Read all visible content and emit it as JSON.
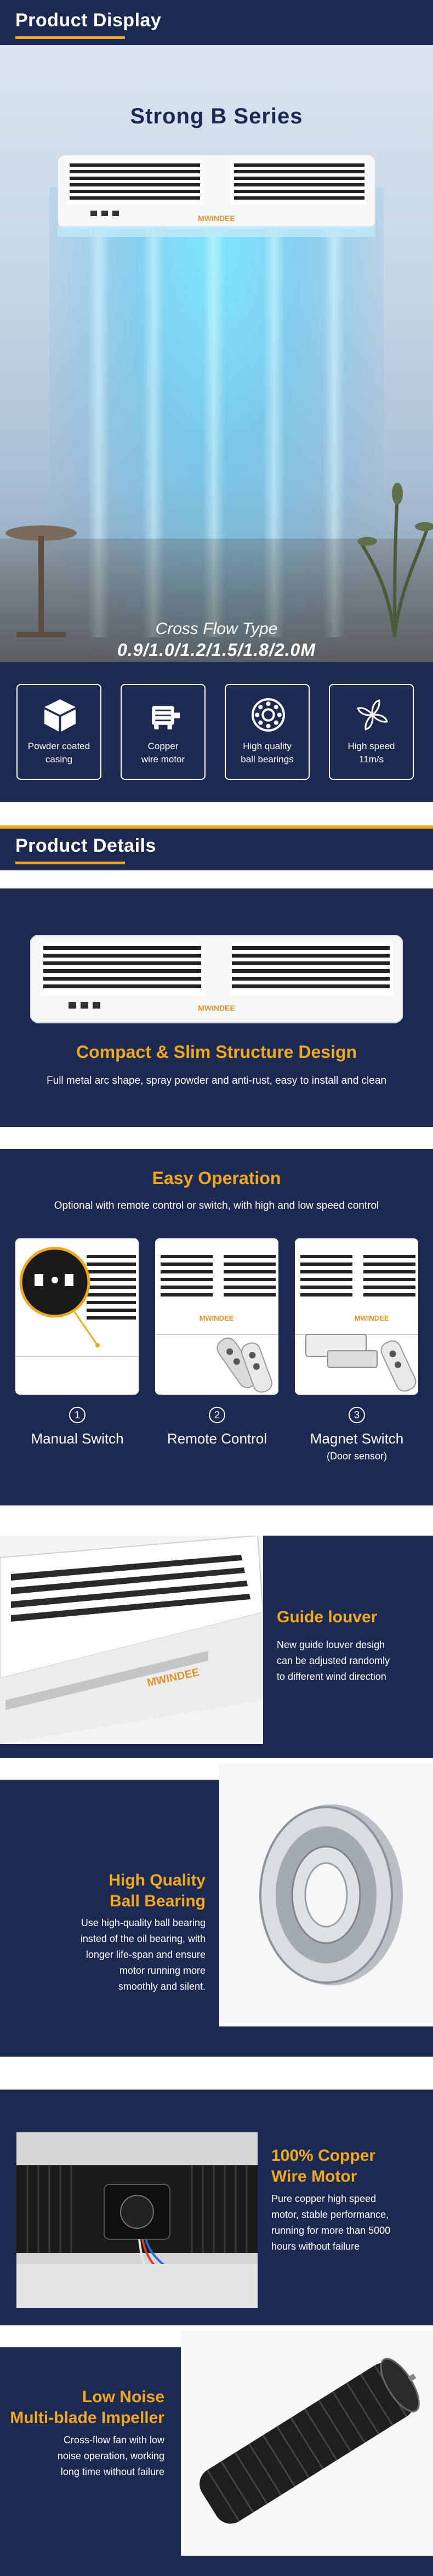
{
  "section1": {
    "title": "Product Display"
  },
  "hero": {
    "series_title": "Strong B Series",
    "brand": "MWINDEE",
    "subtitle": "Cross Flow Type",
    "sizes": "0.9/1.0/1.2/1.5/1.8/2.0M"
  },
  "features": [
    {
      "label_line1": "Powder coated",
      "label_line2": "casing",
      "icon": "cube-icon"
    },
    {
      "label_line1": "Copper",
      "label_line2": "wire motor",
      "icon": "motor-icon"
    },
    {
      "label_line1": "High quality",
      "label_line2": "ball bearings",
      "icon": "bearing-icon"
    },
    {
      "label_line1": "High speed",
      "label_line2": "11m/s",
      "icon": "fan-icon"
    }
  ],
  "section2": {
    "title": "Product Details"
  },
  "compact": {
    "title": "Compact & Slim Structure Design",
    "text": "Full metal arc shape, spray powder and anti-rust, easy to install and clean"
  },
  "operation": {
    "title": "Easy Operation",
    "text": "Optional with remote control or switch, with high and low speed control",
    "options": [
      {
        "num": "1",
        "label": "Manual Switch",
        "sub": ""
      },
      {
        "num": "2",
        "label": "Remote Control",
        "sub": ""
      },
      {
        "num": "3",
        "label": "Magnet Switch",
        "sub": "(Door sensor)"
      }
    ]
  },
  "louver": {
    "title": "Guide louver",
    "text_lines": [
      "New guide louver desigh",
      "can be adjusted randomly",
      "to different wind direction"
    ]
  },
  "bearing": {
    "title_lines": [
      "High Quality",
      "Ball Bearing"
    ],
    "text_lines": [
      "Use high-quality ball bearing",
      "insted of the oil bearing, with",
      "longer life-span and ensure",
      "motor running more",
      "smoothly and silent."
    ]
  },
  "motor": {
    "title_lines": [
      "100% Copper",
      "Wire Motor"
    ],
    "text_lines": [
      "Pure copper high speed",
      "motor, stable performance,",
      "running for more than 5000",
      "hours without failure"
    ]
  },
  "impeller": {
    "title_lines": [
      "Low Noise",
      "Multi-blade Impeller"
    ],
    "text_lines": [
      "Cross-flow fan with low",
      "noise operation, working",
      "long time without failure"
    ]
  },
  "colors": {
    "navy": "#1c2a52",
    "accent": "#f2a81d"
  }
}
